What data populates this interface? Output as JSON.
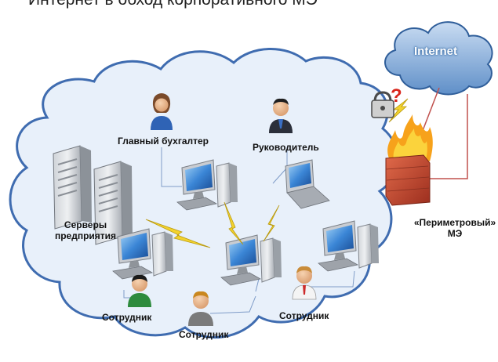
{
  "header": {
    "title": "Интернет в обход корпоративного МЭ"
  },
  "internet": {
    "label": "Internet"
  },
  "nodes": {
    "chief_accountant": "Главный бухгалтер",
    "manager": "Руководитель",
    "servers_line1": "Серверы",
    "servers_line2": "предприятия",
    "employee_left": "Сотрудник",
    "employee_center": "Сотрудник",
    "employee_right": "Сотрудник",
    "firewall_line1": "«Периметровый»",
    "firewall_line2": "МЭ"
  },
  "colors": {
    "cloud_fill": "#e6eef8",
    "cloud_stroke": "#3f6cb0",
    "internet_cloud": "#7fa8d8",
    "firewall_line": "#c0504d",
    "link_line": "#7f9cc8",
    "lightning": "#f2d22e",
    "question_mark": "#d9261c",
    "screen": "#4a90d9"
  },
  "icons": [
    "internet-cloud-icon",
    "firewall-icon",
    "padlock-icon",
    "question-mark-icon",
    "server-icon",
    "desktop-computer-icon",
    "laptop-icon",
    "person-icon",
    "lightning-icon"
  ]
}
